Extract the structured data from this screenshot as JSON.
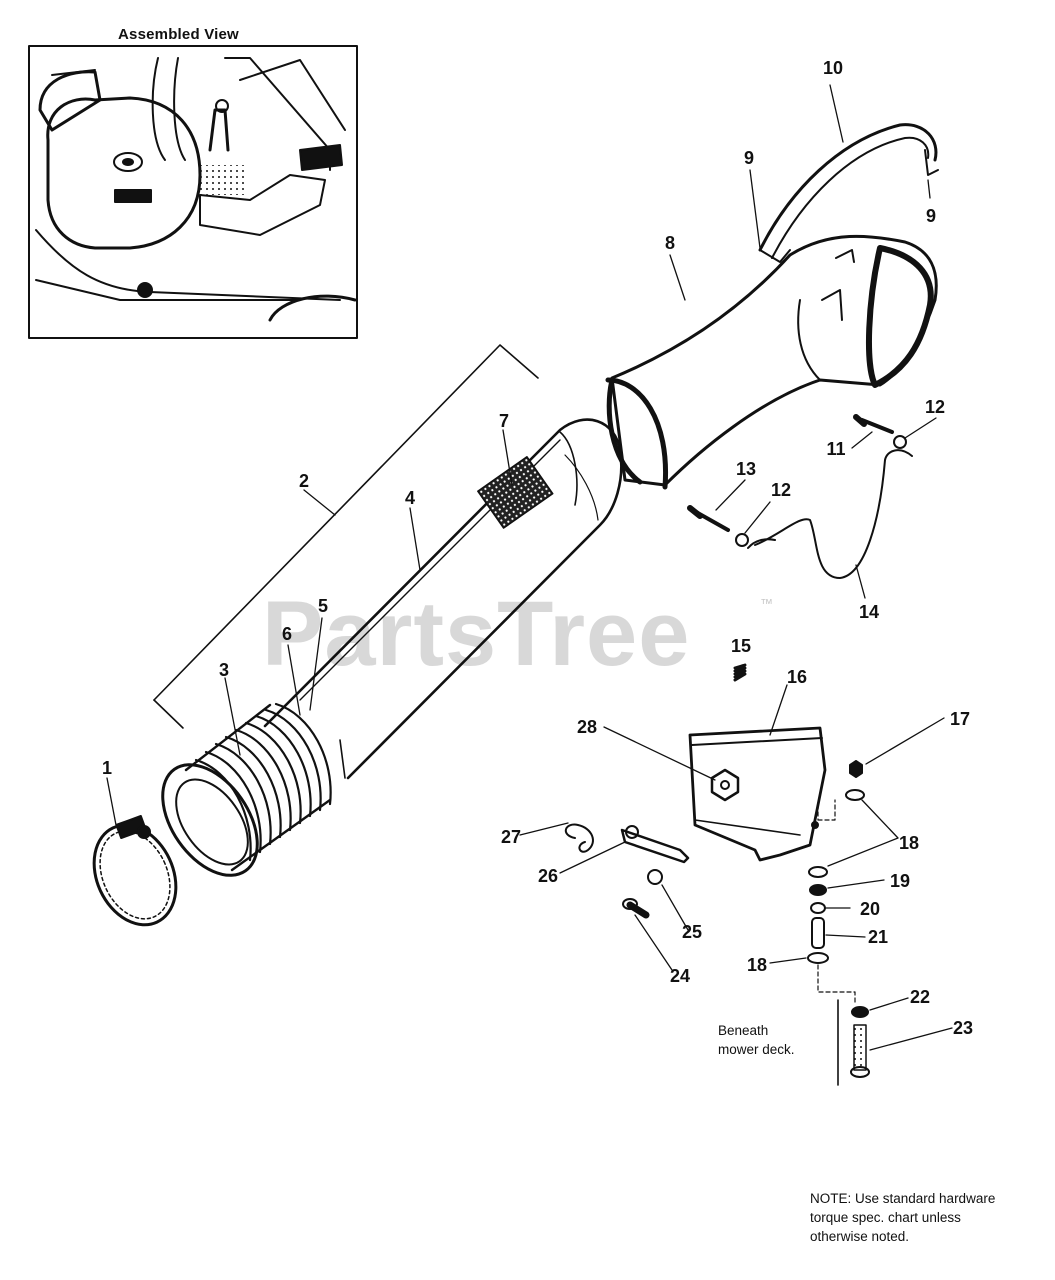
{
  "assembled_view": {
    "title": "Assembled View"
  },
  "callouts": {
    "c1": "1",
    "c2": "2",
    "c3": "3",
    "c4": "4",
    "c5": "5",
    "c6": "6",
    "c7": "7",
    "c8": "8",
    "c9a": "9",
    "c9b": "9",
    "c10": "10",
    "c11": "11",
    "c12a": "12",
    "c12b": "12",
    "c13": "13",
    "c14": "14",
    "c15": "15",
    "c16": "16",
    "c17": "17",
    "c18a": "18",
    "c18b": "18",
    "c19": "19",
    "c20": "20",
    "c21": "21",
    "c22": "22",
    "c23": "23",
    "c24": "24",
    "c25": "25",
    "c26": "26",
    "c27": "27",
    "c28": "28"
  },
  "beneath_note": {
    "line1": "Beneath",
    "line2": "mower deck."
  },
  "footer_note": {
    "line1": "NOTE: Use standard hardware",
    "line2": "torque spec. chart unless",
    "line3": "otherwise noted."
  },
  "watermark": {
    "text": "PartsTree",
    "tm": "™"
  },
  "colors": {
    "ink": "#111111",
    "watermark": "#d2d2d2",
    "background": "#ffffff"
  }
}
